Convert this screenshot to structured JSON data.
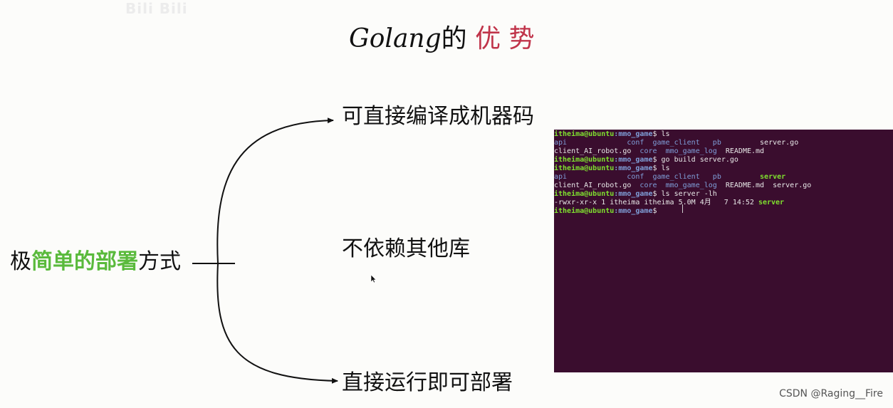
{
  "watermark": "Bili Bili",
  "title": {
    "latin": "Golang",
    "mid": "的",
    "accent": "优 势"
  },
  "root": {
    "prefix": "极",
    "highlight": "简单的部署",
    "suffix": "方式"
  },
  "branches": [
    {
      "label": "可直接编译成机器码"
    },
    {
      "label": "不依赖其他库"
    },
    {
      "label": "直接运行即可部署"
    }
  ],
  "terminal": {
    "prompt_user": "itheima@ubuntu",
    "prompt_path": ":mmo_game",
    "lines": [
      {
        "type": "prompt",
        "cmd": " ls"
      },
      {
        "type": "ls1",
        "cols": [
          "api",
          "conf",
          "game_client",
          "pb",
          "server.go"
        ]
      },
      {
        "type": "ls2",
        "cols": [
          "client_AI_robot.go",
          "core",
          "mmo_game_log",
          "README.md"
        ]
      },
      {
        "type": "prompt",
        "cmd": " go build server.go"
      },
      {
        "type": "prompt",
        "cmd": " ls"
      },
      {
        "type": "ls3",
        "cols": [
          "api",
          "conf",
          "game_client",
          "pb",
          "server"
        ]
      },
      {
        "type": "ls4",
        "cols": [
          "client_AI_robot.go",
          "core",
          "mmo_game_log",
          "README.md",
          "server.go"
        ]
      },
      {
        "type": "prompt",
        "cmd": " ls server -lh"
      },
      {
        "type": "detail",
        "text": "-rwxr-xr-x 1 itheima itheima 5.0M 4月   7 14:52 ",
        "name": "server"
      },
      {
        "type": "prompt",
        "cmd": ""
      }
    ]
  },
  "footer": "CSDN @Raging__Fire",
  "colors": {
    "accent_red": "#c0344a",
    "highlight_green": "#5aba3c",
    "terminal_bg": "#3a0d2e"
  }
}
